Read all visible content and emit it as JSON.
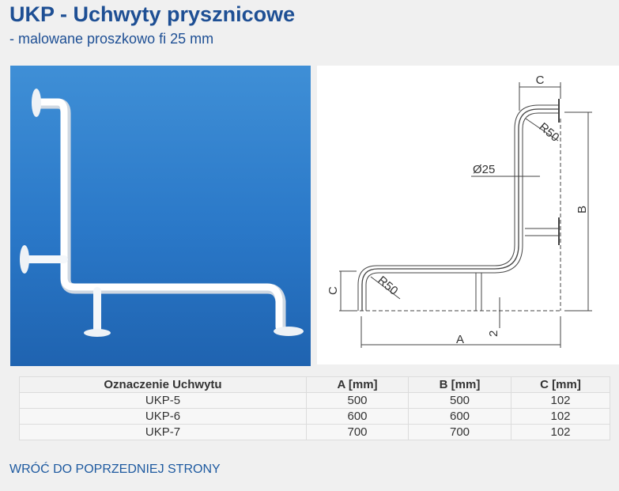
{
  "header": {
    "title": "UKP - Uchwyty prysznicowe",
    "subtitle": "- malowane proszkowo fi 25 mm"
  },
  "diagram": {
    "label_c_top": "C",
    "label_c_left": "C",
    "label_r50_top": "R50",
    "label_r50_bottom": "R50",
    "label_diameter": "Ø25",
    "label_b": "B",
    "label_a": "A",
    "label_2": "2"
  },
  "table": {
    "headers": [
      "Oznaczenie Uchwytu",
      "A [mm]",
      "B [mm]",
      "C [mm]"
    ],
    "rows": [
      [
        "UKP-5",
        "500",
        "500",
        "102"
      ],
      [
        "UKP-6",
        "600",
        "600",
        "102"
      ],
      [
        "UKP-7",
        "700",
        "700",
        "102"
      ]
    ]
  },
  "links": {
    "back": "WRÓĆ DO POPRZEDNIEJ STRONY"
  }
}
